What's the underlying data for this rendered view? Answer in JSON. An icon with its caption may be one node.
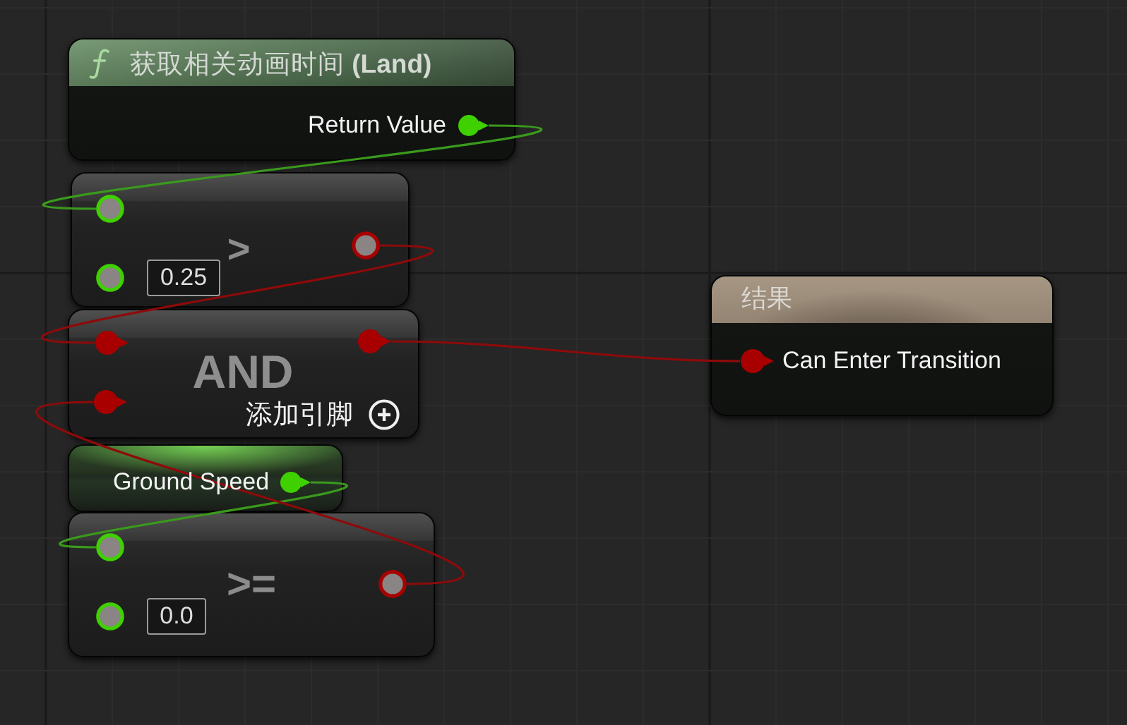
{
  "diagram": {
    "nodes": [
      {
        "text": [
          "获取相关动画时间 **(Land)**",
          "Return Value"
        ]
      },
      {
        "text": [],
        "shape": "circle",
        "in": 0
      },
      {
        "text": [
          ">"
        ]
      },
      {
        "text": [],
        "shape": "circle",
        "in": 2
      },
      {
        "text": [],
        "shape": "circle",
        "in": 2
      },
      {
        "text": [
          "0.25"
        ],
        "in": 2
      },
      {
        "text": [],
        "shape": "circle",
        "in": 2
      },
      {
        "text": [
          "AND",
          "添加引脚"
        ]
      },
      {
        "text": [],
        "shape": "circle",
        "in": 7
      },
      {
        "text": [],
        "shape": "circle",
        "in": 7
      },
      {
        "text": [],
        "shape": "circle",
        "in": 7
      },
      {
        "text": [
          "Ground Speed"
        ]
      },
      {
        "text": [],
        "shape": "circle",
        "in": 11
      },
      {
        "text": [
          ">="
        ]
      },
      {
        "text": [],
        "shape": "circle",
        "in": 13
      },
      {
        "text": [],
        "shape": "circle",
        "in": 13
      },
      {
        "text": [
          "0.0"
        ],
        "in": 13
      },
      {
        "text": [],
        "shape": "circle",
        "in": 13
      },
      {
        "text": [
          "结果",
          "Can Enter Transition"
        ]
      },
      {
        "text": [],
        "shape": "circle",
        "in": 18
      }
    ],
    "edges": [
      {
        "from": 1,
        "to": 3,
        "arrow": "none",
        "color": "#3a9a1c"
      },
      {
        "from": 6,
        "to": 8,
        "arrow": "none"
      },
      {
        "from": 12,
        "to": 14,
        "arrow": "none",
        "color": "#3a9a1c"
      },
      {
        "from": 17,
        "to": 9,
        "arrow": "none"
      },
      {
        "from": 10,
        "to": 19,
        "arrow": "none"
      }
    ]
  }
}
